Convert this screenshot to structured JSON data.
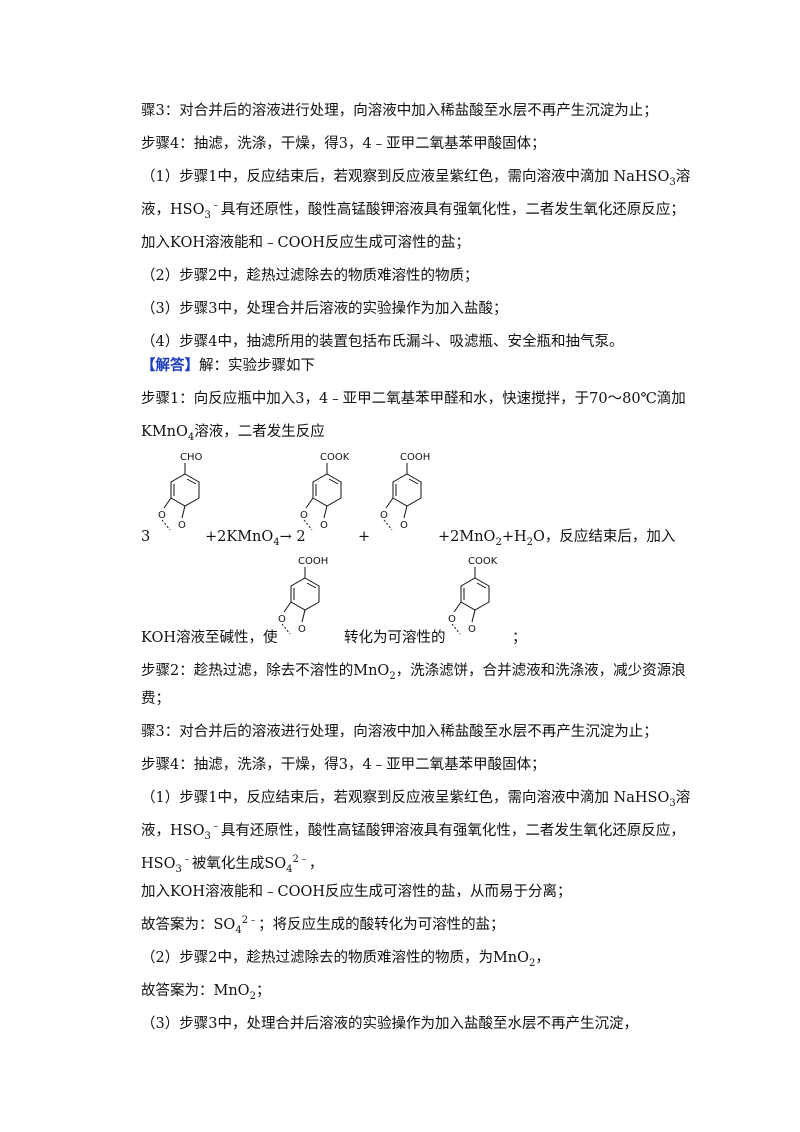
{
  "q": {
    "l1": "骤3：对合并后的溶液进行处理，向溶液中加入稀盐酸至水层不再产生沉淀为止；",
    "l2": "步骤4：抽滤，洗涤，干燥，得3，4﹣亚甲二氧基苯甲酸固体；",
    "l3a": "（1）步骤1中，反应结束后，若观察到反应液呈紫红色，需向溶液中滴加  NaHSO",
    "l3b": "溶",
    "l4a": "液，HSO",
    "l4b": "具有还原性，酸性高锰酸钾溶液具有强氧化性，二者发生氧化还原反应；",
    "l5": "加入KOH溶液能和﹣COOH反应生成可溶性的盐；",
    "l6": "（2）步骤2中，趁热过滤除去的物质难溶性的物质；",
    "l7": "（3）步骤3中，处理合并后溶液的实验操作为加入盐酸；",
    "l8": "（4）步骤4中，抽滤所用的装置包括布氏漏斗、吸滤瓶、安全瓶和抽气泵。"
  },
  "a": {
    "tag": "【解答】",
    "intro": "解：实验步骤如下",
    "s1a": "步骤1：向反应瓶中加入3，4﹣亚甲二氧基苯甲醛和水，快速搅拌，于70～80℃滴加",
    "s1b1": "KMnO",
    "s1b2": "溶液，二者发生反应",
    "eq_coef": "3",
    "eq_kmno4": "+2KMnO",
    "eq_arrow": "→ 2",
    "eq_plus": "+",
    "eq_rest1": "+2MnO",
    "eq_rest2": "+H",
    "eq_rest3": "O，反应结束后，加入",
    "koh1": "KOH溶液至碱性，使",
    "koh2": "转化为可溶性的",
    "koh3": "；",
    "s2a1": "步骤2：趁热过滤，除去不溶性的MnO",
    "s2a2": "，洗涤滤饼，合并滤液和洗涤液，减少资源浪",
    "s2b": "费；",
    "s3": "骤3：对合并后的溶液进行处理，向溶液中加入稀盐酸至水层不再产生沉淀为止；",
    "s4": "步骤4：抽滤，洗涤，干燥，得3，4﹣亚甲二氧基苯甲酸固体；",
    "p1a": "（1）步骤1中，反应结束后，若观察到反应液呈紫红色，需向溶液中滴加  NaHSO",
    "p1b": "溶",
    "p2a": "液，HSO",
    "p2b": "具有还原性，酸性高锰酸钾溶液具有强氧化性，二者发生氧化还原反应，",
    "p3a": "HSO",
    "p3b": "被氧化生成SO",
    "p3c": "，",
    "p4": "加入KOH溶液能和﹣COOH反应生成可溶性的盐，从而易于分离；",
    "p5a": "故答案为：SO",
    "p5b": "；将反应生成的酸转化为可溶性的盐；",
    "p6a": "（2）步骤2中，趁热过滤除去的物质难溶性的物质，为MnO",
    "p6b": "，",
    "p7a": "故答案为：MnO",
    "p7b": "；",
    "p8": "（3）步骤3中，处理合并后溶液的实验操作为加入盐酸至水层不再产生沉淀，"
  },
  "mol": {
    "cho": "CHO",
    "cook": "COOK",
    "cooh": "COOH",
    "o": "O"
  },
  "chem": {
    "sub2": "2",
    "sub3": "3",
    "sub4": "4",
    "minus": "﹣",
    "sup2m": "2﹣"
  }
}
